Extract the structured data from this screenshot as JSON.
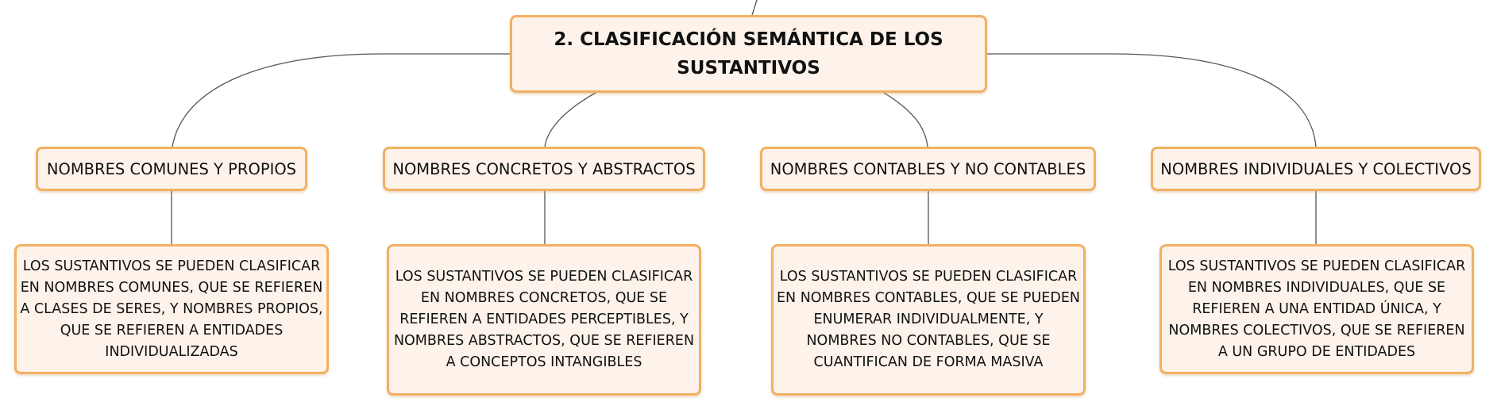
{
  "root": {
    "title": "2. CLASIFICACIÓN SEMÁNTICA DE LOS SUSTANTIVOS"
  },
  "branches": [
    {
      "label": "NOMBRES COMUNES Y PROPIOS",
      "description": "LOS SUSTANTIVOS SE PUEDEN CLASIFICAR EN NOMBRES COMUNES, QUE SE REFIEREN A CLASES DE SERES, Y NOMBRES PROPIOS, QUE SE REFIEREN A ENTIDADES INDIVIDUALIZADAS"
    },
    {
      "label": "NOMBRES CONCRETOS Y ABSTRACTOS",
      "description": "LOS SUSTANTIVOS SE PUEDEN CLASIFICAR EN NOMBRES CONCRETOS, QUE SE REFIEREN A ENTIDADES PERCEPTIBLES, Y NOMBRES ABSTRACTOS, QUE SE REFIEREN A CONCEPTOS INTANGIBLES"
    },
    {
      "label": "NOMBRES CONTABLES Y NO CONTABLES",
      "description": "LOS SUSTANTIVOS SE PUEDEN CLASIFICAR EN NOMBRES CONTABLES, QUE SE PUEDEN ENUMERAR INDIVIDUALMENTE, Y NOMBRES NO CONTABLES, QUE SE CUANTIFICAN DE FORMA MASIVA"
    },
    {
      "label": "NOMBRES INDIVIDUALES Y COLECTIVOS",
      "description": "LOS SUSTANTIVOS SE PUEDEN CLASIFICAR EN NOMBRES INDIVIDUALES, QUE SE REFIEREN A UNA ENTIDAD ÚNICA, Y NOMBRES COLECTIVOS, QUE SE REFIEREN A UN GRUPO DE ENTIDADES"
    }
  ],
  "colors": {
    "node_fill": "#fdf3ea",
    "node_border": "#f2b062",
    "connector": "#555555",
    "text": "#111111"
  }
}
